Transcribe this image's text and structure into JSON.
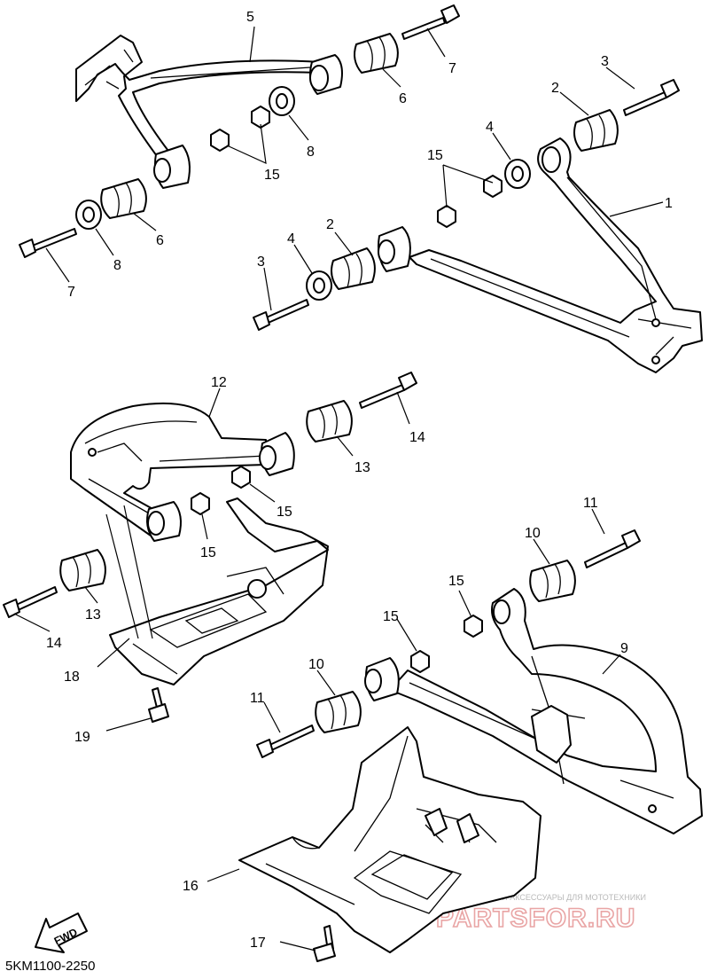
{
  "diagram": {
    "part_code": "5KM1100-2250",
    "fwd_label": "FWD",
    "watermark": {
      "tagline": "ЗАПЧАСТИ И АКСЕССУАРЫ ДЛЯ МОТОТЕХНИКИ",
      "site": "PARTSFOR.RU"
    },
    "callouts": {
      "c1": "1",
      "c2a": "2",
      "c2b": "2",
      "c3a": "3",
      "c3b": "3",
      "c4a": "4",
      "c4b": "4",
      "c5": "5",
      "c6a": "6",
      "c6b": "6",
      "c7a": "7",
      "c7b": "7",
      "c8a": "8",
      "c8b": "8",
      "c9": "9",
      "c10a": "10",
      "c10b": "10",
      "c11a": "11",
      "c11b": "11",
      "c12": "12",
      "c13a": "13",
      "c13b": "13",
      "c14a": "14",
      "c14b": "14",
      "c15a": "15",
      "c15b": "15",
      "c15c": "15",
      "c15d": "15",
      "c15e": "15",
      "c16": "16",
      "c17": "17",
      "c18": "18",
      "c19": "19"
    }
  }
}
